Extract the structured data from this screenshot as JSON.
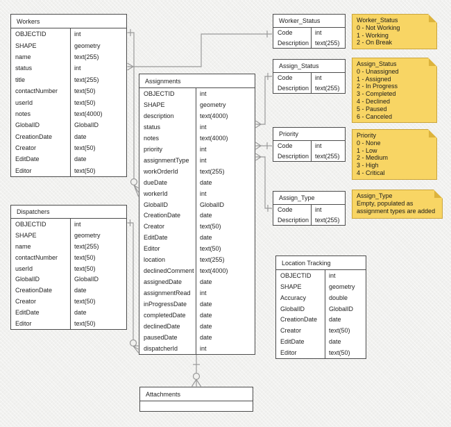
{
  "diagram": {
    "kind": "entity-relationship-diagram",
    "colors": {
      "background": "#f1f1ef",
      "table_fill": "#ffffff",
      "table_border": "#4a4a4a",
      "connector": "#999999",
      "note_fill": "#f8d564",
      "note_border": "#c9a43c",
      "note_fold": "#dcb33c",
      "text": "#222222"
    }
  },
  "tables": [
    {
      "id": "workers",
      "title": "Workers",
      "fields": [
        {
          "name": "OBJECTID",
          "type": "int"
        },
        {
          "name": "SHAPE",
          "type": "geometry"
        },
        {
          "name": "name",
          "type": "text(255)"
        },
        {
          "name": "status",
          "type": "int"
        },
        {
          "name": "title",
          "type": "text(255)"
        },
        {
          "name": "contactNumber",
          "type": "text(50)"
        },
        {
          "name": "userId",
          "type": "text(50)"
        },
        {
          "name": "notes",
          "type": "text(4000)"
        },
        {
          "name": "GlobalID",
          "type": "GlobalID"
        },
        {
          "name": "CreationDate",
          "type": "date"
        },
        {
          "name": "Creator",
          "type": "text(50)"
        },
        {
          "name": "EditDate",
          "type": "date"
        },
        {
          "name": "Editor",
          "type": "text(50)"
        }
      ]
    },
    {
      "id": "dispatchers",
      "title": "Dispatchers",
      "fields": [
        {
          "name": "OBJECTID",
          "type": "int"
        },
        {
          "name": "SHAPE",
          "type": "geometry"
        },
        {
          "name": "name",
          "type": "text(255)"
        },
        {
          "name": "contactNumber",
          "type": "text(50)"
        },
        {
          "name": "userId",
          "type": "text(50)"
        },
        {
          "name": "GlobalID",
          "type": "GlobalID"
        },
        {
          "name": "CreationDate",
          "type": "date"
        },
        {
          "name": "Creator",
          "type": "text(50)"
        },
        {
          "name": "EditDate",
          "type": "date"
        },
        {
          "name": "Editor",
          "type": "text(50)"
        }
      ]
    },
    {
      "id": "assignments",
      "title": "Assignments",
      "fields": [
        {
          "name": "OBJECTID",
          "type": "int"
        },
        {
          "name": "SHAPE",
          "type": "geometry"
        },
        {
          "name": "description",
          "type": "text(4000)"
        },
        {
          "name": "status",
          "type": "int"
        },
        {
          "name": "notes",
          "type": "text(4000)"
        },
        {
          "name": "priority",
          "type": "int"
        },
        {
          "name": "assignmentType",
          "type": "int"
        },
        {
          "name": "workOrderId",
          "type": "text(255)"
        },
        {
          "name": "dueDate",
          "type": "date"
        },
        {
          "name": "workerId",
          "type": "int"
        },
        {
          "name": "GlobalID",
          "type": "GlobalID"
        },
        {
          "name": "CreationDate",
          "type": "date"
        },
        {
          "name": "Creator",
          "type": "text(50)"
        },
        {
          "name": "EditDate",
          "type": "date"
        },
        {
          "name": "Editor",
          "type": "text(50)"
        },
        {
          "name": "location",
          "type": "text(255)"
        },
        {
          "name": "declinedComment",
          "type": "text(4000)"
        },
        {
          "name": "assignedDate",
          "type": "date"
        },
        {
          "name": "assignmentRead",
          "type": "int"
        },
        {
          "name": "inProgressDate",
          "type": "date"
        },
        {
          "name": "completedDate",
          "type": "date"
        },
        {
          "name": "declinedDate",
          "type": "date"
        },
        {
          "name": "pausedDate",
          "type": "date"
        },
        {
          "name": "dispatcherId",
          "type": "int"
        }
      ]
    },
    {
      "id": "worker_status",
      "title": "Worker_Status",
      "fields": [
        {
          "name": "Code",
          "type": "int"
        },
        {
          "name": "Description",
          "type": "text(255)"
        }
      ]
    },
    {
      "id": "assign_status",
      "title": "Assign_Status",
      "fields": [
        {
          "name": "Code",
          "type": "int"
        },
        {
          "name": "Description",
          "type": "text(255)"
        }
      ]
    },
    {
      "id": "priority",
      "title": "Priority",
      "fields": [
        {
          "name": "Code",
          "type": "int"
        },
        {
          "name": "Description",
          "type": "text(255)"
        }
      ]
    },
    {
      "id": "assign_type",
      "title": "Assign_Type",
      "fields": [
        {
          "name": "Code",
          "type": "int"
        },
        {
          "name": "Description",
          "type": "text(255)"
        }
      ]
    },
    {
      "id": "location_tracking",
      "title": "Location Tracking",
      "fields": [
        {
          "name": "OBJECTID",
          "type": "int"
        },
        {
          "name": "SHAPE",
          "type": "geometry"
        },
        {
          "name": "Accuracy",
          "type": "double"
        },
        {
          "name": "GlobalID",
          "type": "GlobalID"
        },
        {
          "name": "CreationDate",
          "type": "date"
        },
        {
          "name": "Creator",
          "type": "text(50)"
        },
        {
          "name": "EditDate",
          "type": "date"
        },
        {
          "name": "Editor",
          "type": "text(50)"
        }
      ]
    },
    {
      "id": "attachments",
      "title": "Attachments",
      "fields": []
    }
  ],
  "notes": [
    {
      "id": "worker_status_note",
      "title": "Worker_Status",
      "lines": [
        "0 - Not Working",
        "1 - Working",
        "2 - On Break"
      ]
    },
    {
      "id": "assign_status_note",
      "title": "Assign_Status",
      "lines": [
        "0 - Unassigned",
        "1 - Assigned",
        "2 - In Progress",
        "3 - Completed",
        "4 - Declined",
        "5 - Paused",
        "6 - Canceled"
      ]
    },
    {
      "id": "priority_note",
      "title": "Priority",
      "lines": [
        "0 - None",
        "1 - Low",
        "2 - Medium",
        "3 - High",
        "4 - Critical"
      ]
    },
    {
      "id": "assign_type_note",
      "title": "Assign_Type",
      "lines": [
        "Empty, populated as",
        "assignment types are added"
      ]
    }
  ],
  "relationships": [
    {
      "from": "Workers.OBJECTID",
      "to": "Assignments.workerId",
      "cardinality": "one to zero-or-many"
    },
    {
      "from": "Dispatchers.OBJECTID",
      "to": "Assignments.dispatcherId",
      "cardinality": "one to zero-or-many"
    },
    {
      "from": "Worker_Status.Code",
      "to": "Workers.status",
      "cardinality": "one to many"
    },
    {
      "from": "Assign_Status.Code",
      "to": "Assignments.status",
      "cardinality": "one to many"
    },
    {
      "from": "Priority.Code",
      "to": "Assignments.priority",
      "cardinality": "one to many"
    },
    {
      "from": "Assign_Type.Code",
      "to": "Assignments.assignmentType",
      "cardinality": "one to many"
    },
    {
      "from": "Assignments",
      "to": "Attachments",
      "cardinality": "one to zero-or-many"
    }
  ]
}
